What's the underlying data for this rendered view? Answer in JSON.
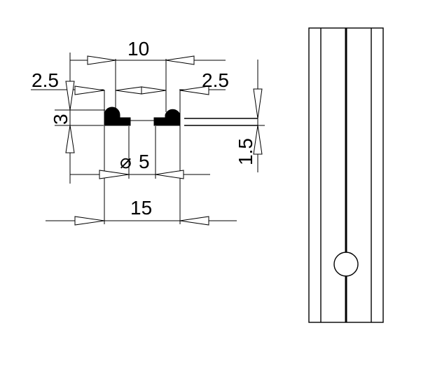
{
  "dimensions": {
    "top_width": "10",
    "left_offset": "2.5",
    "right_offset": "2.5",
    "height": "3",
    "depth": "1.5",
    "hole_prefix": "⌀",
    "hole_diameter": "5",
    "total_width": "15"
  }
}
